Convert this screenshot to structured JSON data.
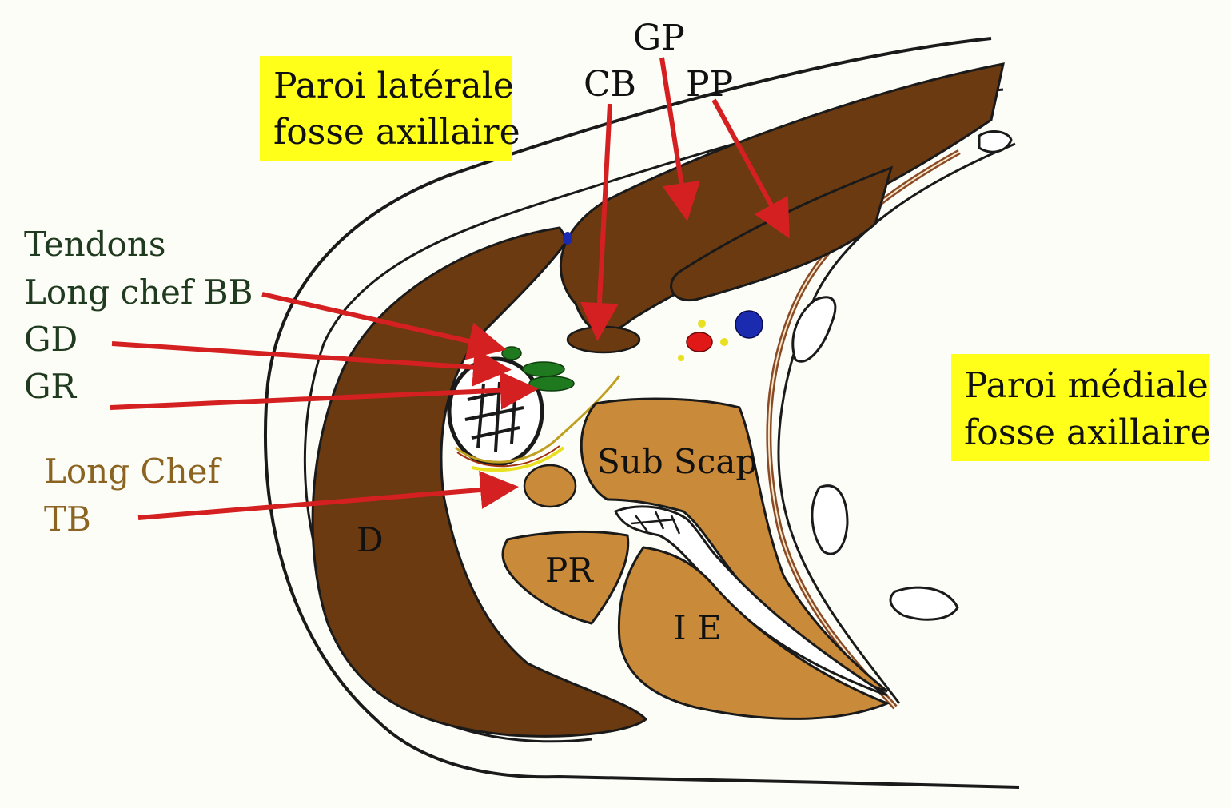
{
  "boxes": {
    "lateral_line1": "Paroi latérale",
    "lateral_line2": "fosse axillaire",
    "medial_line1": "Paroi médiale",
    "medial_line2": "fosse axillaire"
  },
  "labels": {
    "gp": "GP",
    "cb": "CB",
    "pp": "PP",
    "tendons": "Tendons",
    "long_chef_bb": "Long chef BB",
    "gd": "GD",
    "gr": "GR",
    "long_chef_tb_line1": "Long Chef",
    "long_chef_tb_line2": "TB",
    "d": "D",
    "sub_scap": "Sub Scap",
    "pr": "PR",
    "ie": "I E"
  },
  "colors": {
    "dark_muscle": "#6b3a10",
    "light_muscle": "#c98a3a",
    "tendon": "#1f7a1f",
    "arrow": "#d42020",
    "box": "#ffff1a",
    "artery": "#e01818",
    "vein": "#1a2bb0",
    "nerve": "#e8e020",
    "tendons_text": "#1f3a1f",
    "tb_text": "#8a6420"
  }
}
